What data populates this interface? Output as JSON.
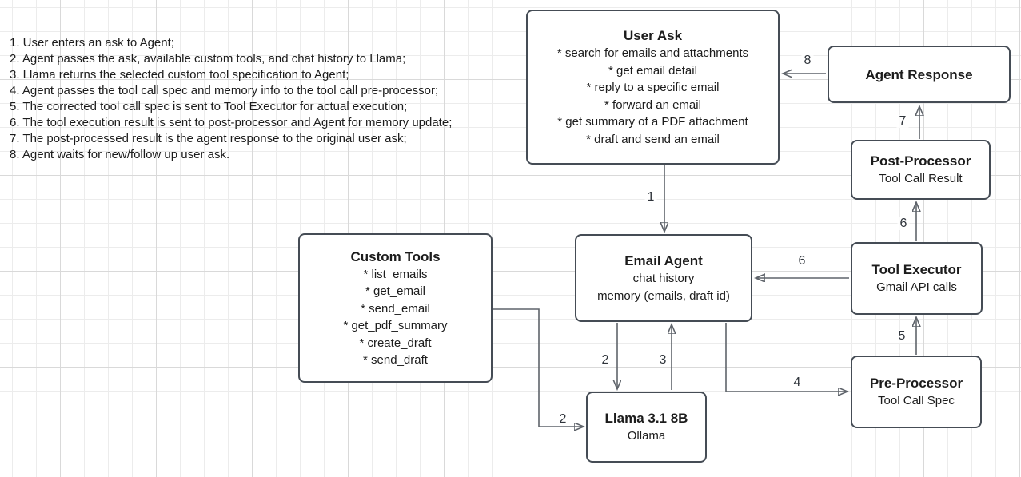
{
  "notes": [
    "1. User enters an ask to Agent;",
    "2. Agent passes the ask, available custom tools, and chat history to Llama;",
    "3. Llama returns the selected custom tool specification to Agent;",
    "4. Agent passes the tool call spec and memory info to the tool call pre-processor;",
    "5. The corrected tool call spec is sent to Tool Executor for actual execution;",
    "6. The tool execution result is sent to post-processor and Agent for memory update;",
    "7. The post-processed result is the agent response to the original user ask;",
    "8. Agent waits for new/follow up user ask."
  ],
  "boxes": {
    "user_ask": {
      "title": "User Ask",
      "items": [
        "* search for emails and attachments",
        "* get email detail",
        "* reply to a specific email",
        "* forward an email",
        "* get summary of a PDF attachment",
        "* draft and send an email"
      ]
    },
    "agent_response": {
      "title": "Agent Response"
    },
    "post_processor": {
      "title": "Post-Processor",
      "subtitle": "Tool Call Result"
    },
    "tool_executor": {
      "title": "Tool Executor",
      "subtitle": "Gmail API calls"
    },
    "pre_processor": {
      "title": "Pre-Processor",
      "subtitle": "Tool Call Spec"
    },
    "custom_tools": {
      "title": "Custom Tools",
      "items": [
        "* list_emails",
        "* get_email",
        "* send_email",
        "* get_pdf_summary",
        "* create_draft",
        "* send_draft"
      ]
    },
    "email_agent": {
      "title": "Email Agent",
      "items": [
        "chat history",
        "memory (emails, draft id)"
      ]
    },
    "llama": {
      "title": "Llama 3.1 8B",
      "subtitle": "Ollama"
    }
  },
  "edge_labels": {
    "step1": "1",
    "step2_agent_to_llama": "2",
    "step2_tools_to_llama": "2",
    "step3": "3",
    "step4": "4",
    "step5": "5",
    "step6_to_post_processor": "6",
    "step6_to_email_agent": "6",
    "step7": "7",
    "step8": "8"
  },
  "colors": {
    "box_border": "#454c55",
    "box_fill": "#ffffff",
    "edge_line": "#5f646b",
    "arrowhead": "#3d444c",
    "text": "#1c1c1c",
    "grid_minor": "#ececec",
    "grid_major": "#d9d9d9"
  }
}
